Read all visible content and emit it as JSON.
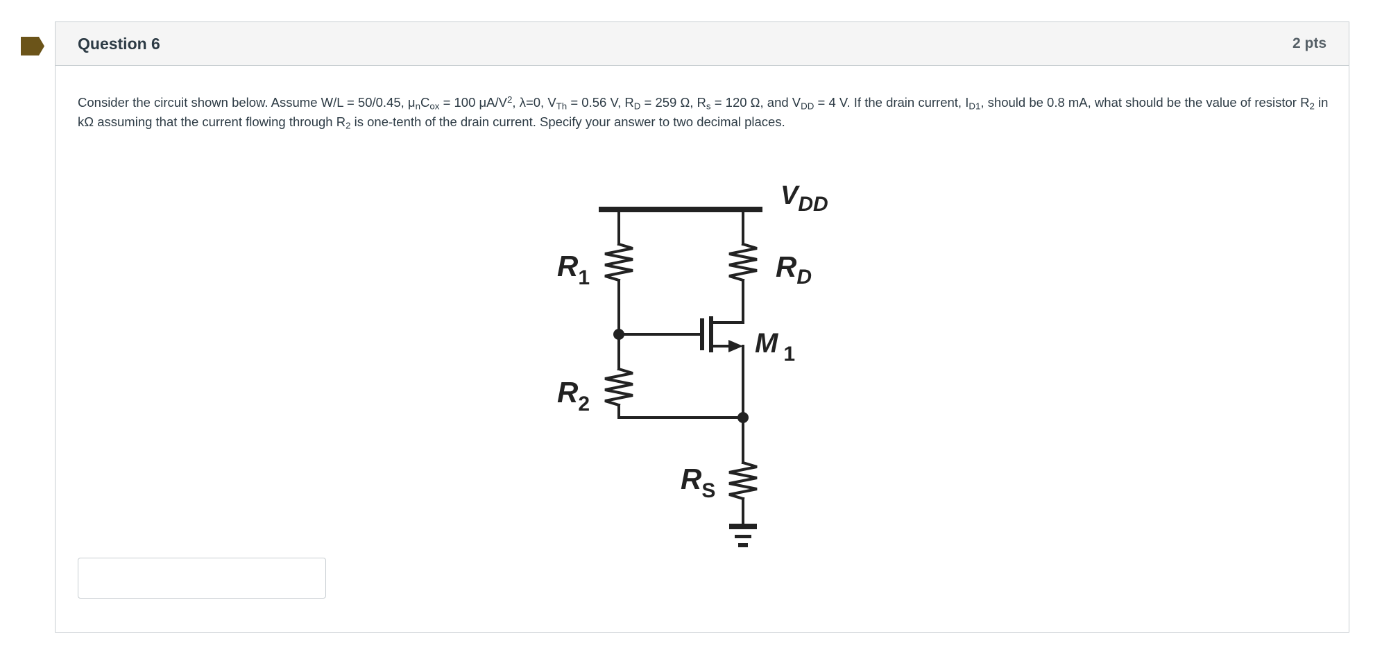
{
  "question": {
    "title": "Question 6",
    "points": "2 pts",
    "text": {
      "s1": "Consider the circuit shown below. Assume W/L = 50/0.45, μ",
      "s1_sub": "n",
      "s2": "C",
      "s2_sub": "ox",
      "s3": " = 100 μA/V",
      "s3_sup": "2",
      "s4": ", λ=0, V",
      "s4_sub": "Th",
      "s5": " = 0.56 V,  R",
      "s5_sub": "D",
      "s6": " = 259 Ω, R",
      "s6_sub": "s",
      "s7": " = 120 Ω, and V",
      "s7_sub": "DD",
      "s8": " = 4 V. If the drain current, I",
      "s8_sub": "D1",
      "s9": ", should be 0.8 mA, what should be the value of resistor R",
      "s9_sub": "2",
      "s10": " in kΩ assuming that the current flowing through R",
      "s10_sub": "2",
      "s11": " is one-tenth of the drain current. Specify your answer to two decimal places."
    }
  },
  "circuit": {
    "vdd_main": "V",
    "vdd_sub": "DD",
    "r1_main": "R",
    "r1_sub": "1",
    "rd_main": "R",
    "rd_sub": "D",
    "m1_main": "M",
    "m1_sub": "1",
    "r2_main": "R",
    "r2_sub": "2",
    "rs_main": "R",
    "rs_sub": "S"
  },
  "answer": {
    "value": "",
    "placeholder": ""
  },
  "colors": {
    "flag": "#6b5419",
    "header_bg": "#f5f5f5",
    "border": "#c7cdd1",
    "text": "#2d3b45",
    "circuit": "#222222"
  }
}
